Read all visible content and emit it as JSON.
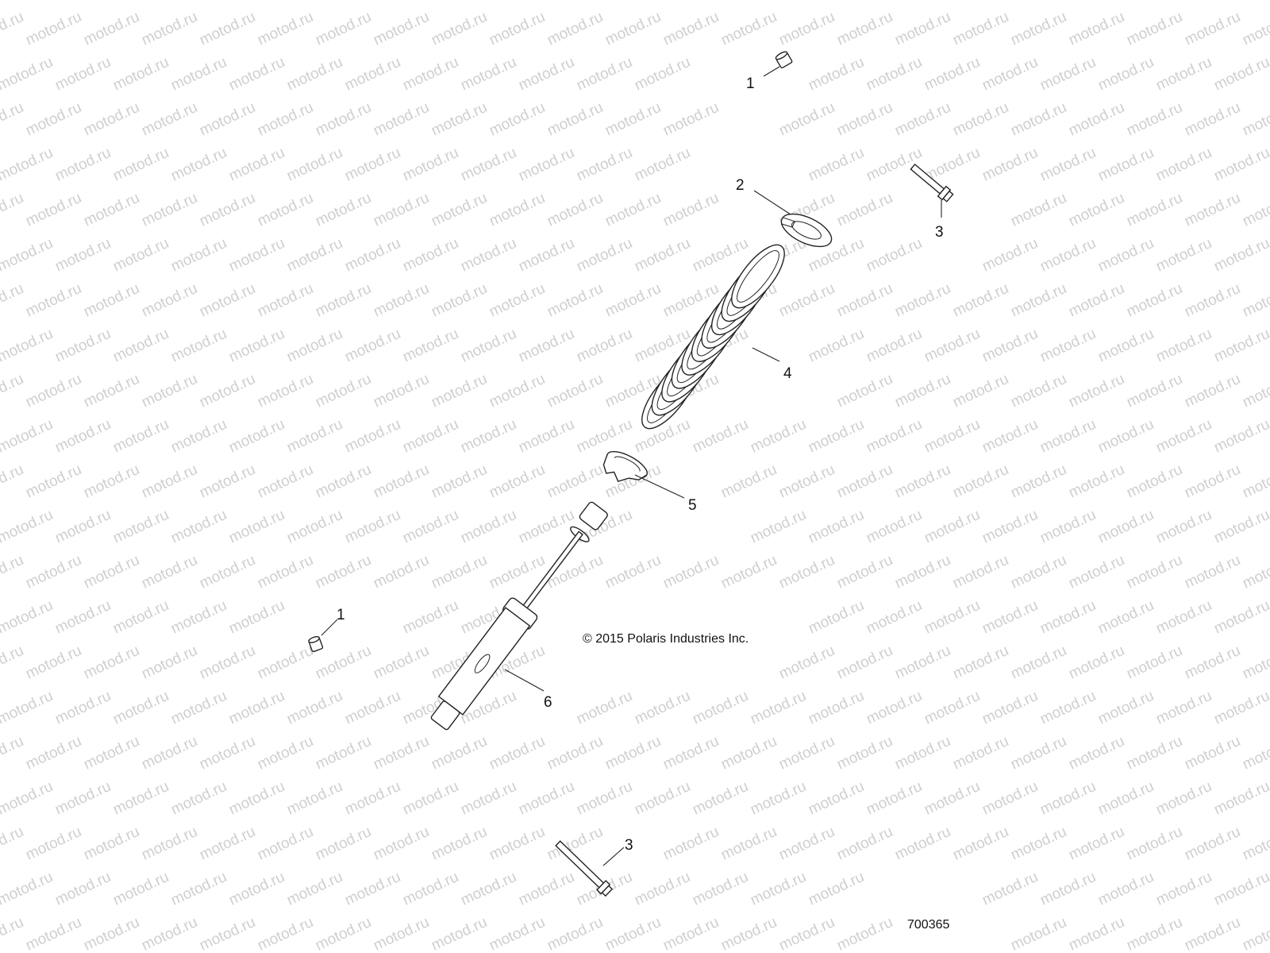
{
  "watermark": {
    "text": "motod.ru",
    "color": "#cfcfcf"
  },
  "callouts": {
    "nut_top": "1",
    "washer": "2",
    "bolt_top": "3",
    "spring": "4",
    "spring_seat": "5",
    "shock": "6",
    "nut_bottom": "1",
    "bolt_bottom": "3"
  },
  "copyright": "© 2015 Polaris Industries Inc.",
  "diagram_number": "700365"
}
